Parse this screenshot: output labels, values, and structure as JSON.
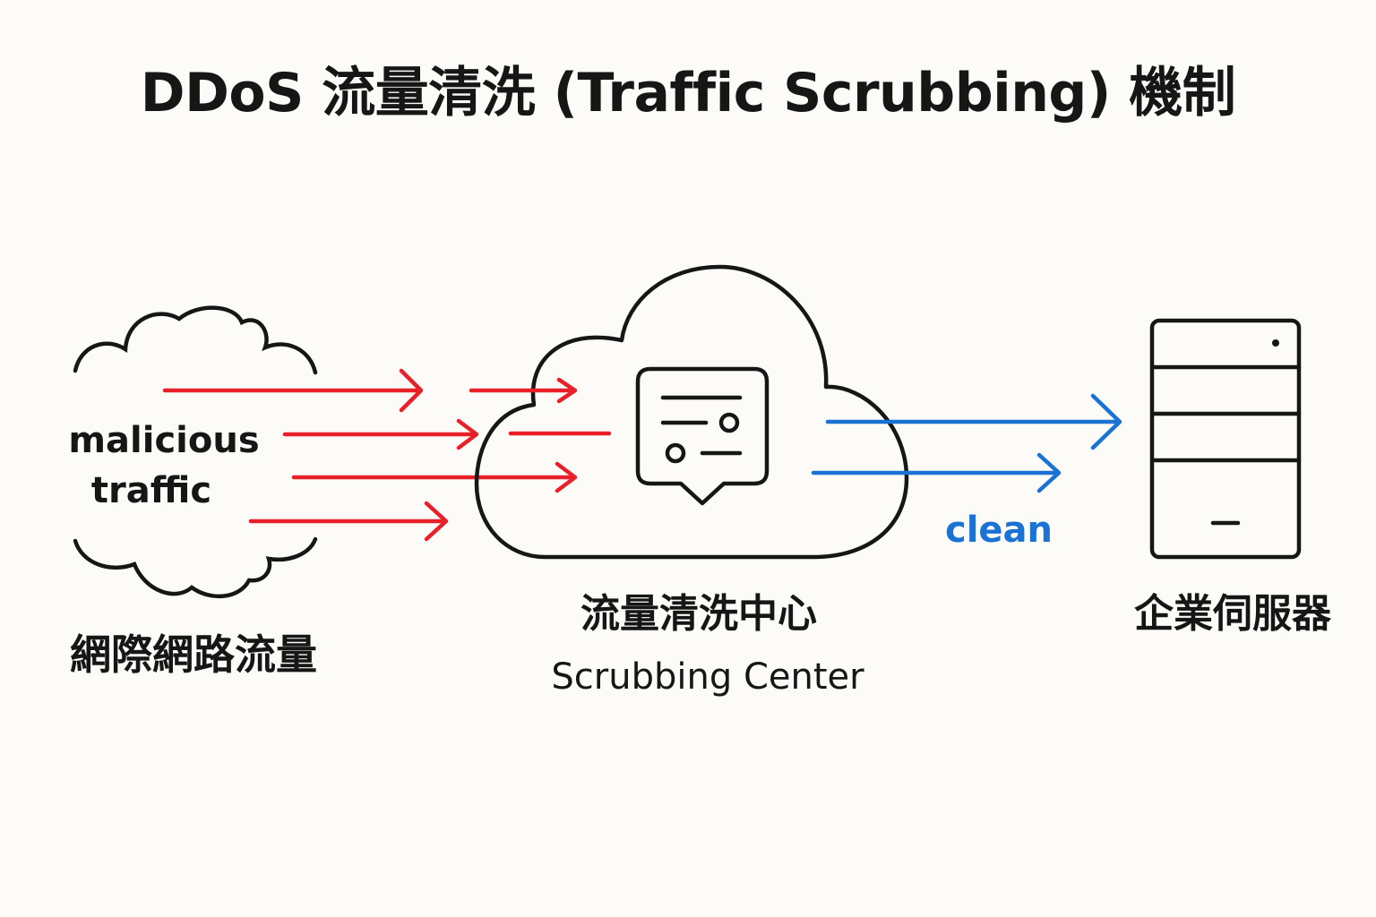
{
  "title": "DDoS 流量清洗 (Traffic Scrubbing) 機制",
  "source": {
    "line1": "malicious",
    "line2": "traffic",
    "label": "網際網路流量",
    "icon": "cloud-outline-icon"
  },
  "scrubbing_center": {
    "label_zh": "流量清洗中心",
    "label_en": "Scrubbing Center",
    "icon": "filter-panel-icon"
  },
  "clean": {
    "label": "clean"
  },
  "server": {
    "label": "企業伺服器",
    "icon": "server-rack-icon"
  },
  "colors": {
    "malicious": "#e8202a",
    "clean": "#1a72d4",
    "outline": "#161616",
    "background": "#fdfbf7"
  }
}
